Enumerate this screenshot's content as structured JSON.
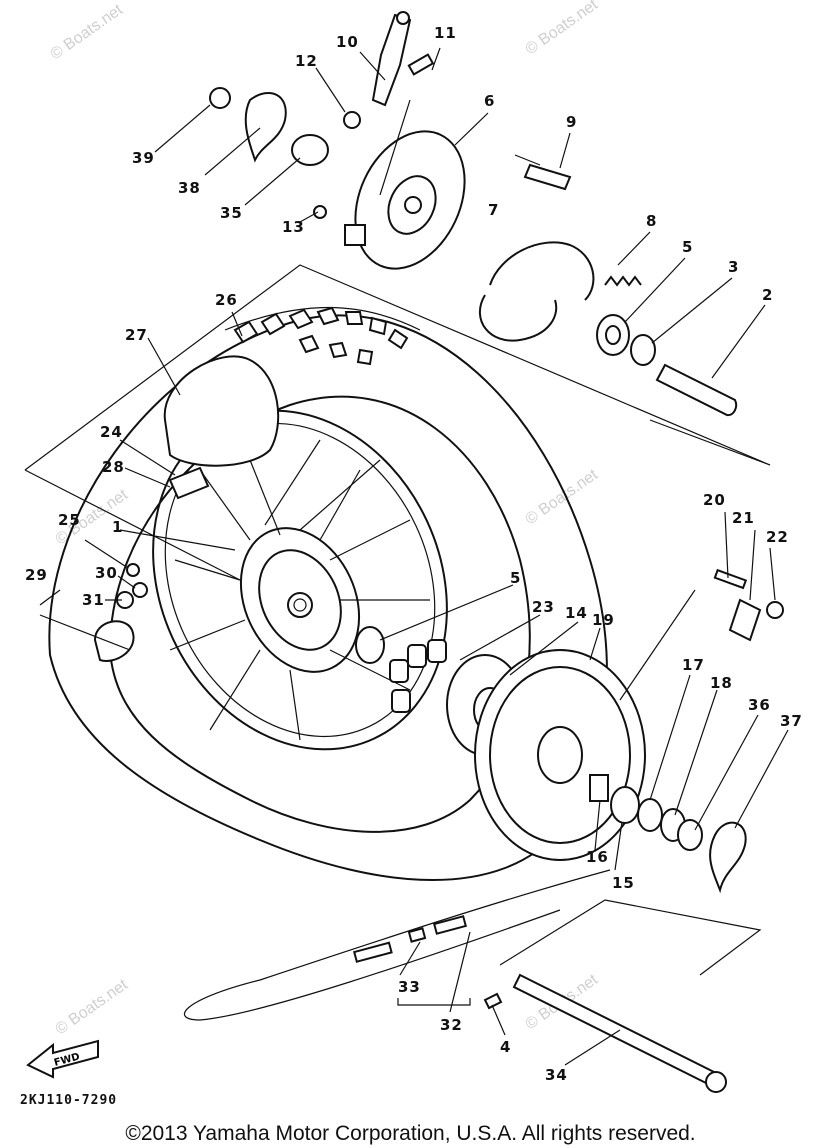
{
  "diagram_code": "2KJ110-7290",
  "copyright": "©2013 Yamaha Motor Corporation, U.S.A. All rights reserved.",
  "watermark": "© Boats.net",
  "fwd_label": "FWD",
  "callouts": {
    "c1": "1",
    "c2": "2",
    "c3": "3",
    "c4": "4",
    "c5a": "5",
    "c5b": "5",
    "c6": "6",
    "c7": "7",
    "c8": "8",
    "c9": "9",
    "c10": "10",
    "c11": "11",
    "c12": "12",
    "c13": "13",
    "c14": "14",
    "c15": "15",
    "c16": "16",
    "c17": "17",
    "c18": "18",
    "c19": "19",
    "c20": "20",
    "c21": "21",
    "c22": "22",
    "c23": "23",
    "c24": "24",
    "c25": "25",
    "c26": "26",
    "c27": "27",
    "c28": "28",
    "c29": "29",
    "c30": "30",
    "c31": "31",
    "c32": "32",
    "c33": "33",
    "c34": "34",
    "c35": "35",
    "c36": "36",
    "c37": "37",
    "c38": "38",
    "c39": "39"
  }
}
